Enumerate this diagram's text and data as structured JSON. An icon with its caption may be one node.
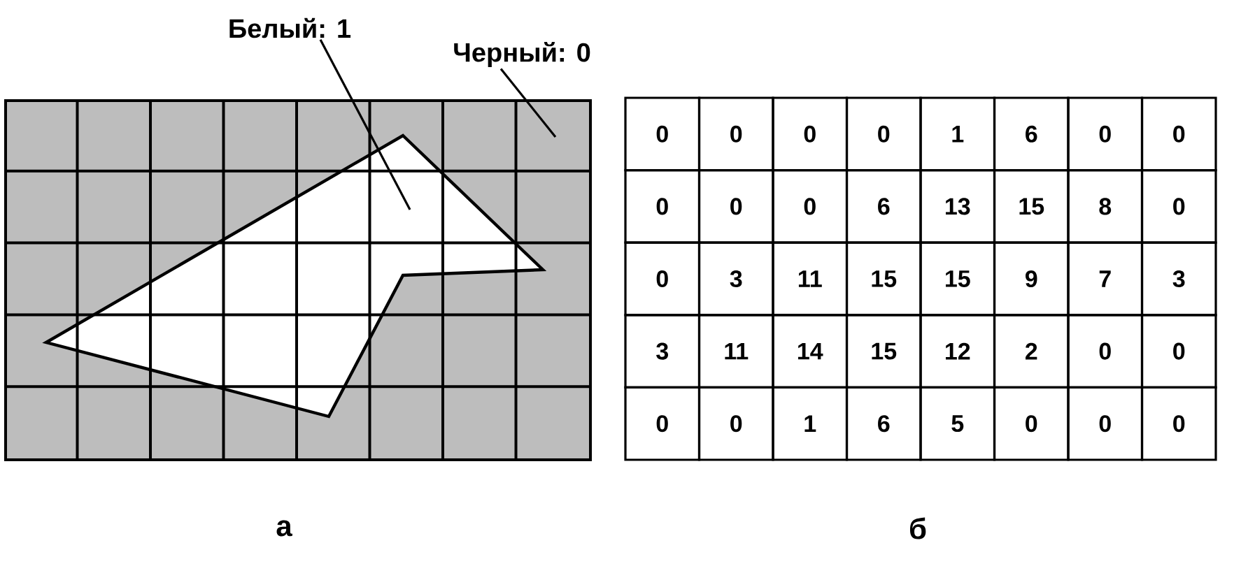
{
  "diagram": {
    "nodes": [
      {
        "text": [
          "Белый: 1"
        ]
      },
      {
        "text": [
          "Черный: 0"
        ]
      },
      {
        "text": [],
        "shape": "grid"
      },
      {
        "text": [],
        "shape": "polygon",
        "in": 2
      }
    ],
    "edges": [
      {
        "from": 0,
        "to": 3,
        "arrow": "none"
      },
      {
        "from": 1,
        "to": 2,
        "arrow": "none"
      }
    ],
    "labels": [
      "0",
      "0",
      "0",
      "0",
      "1",
      "6",
      "0",
      "0",
      "0",
      "0",
      "0",
      "6",
      "13",
      "15",
      "8",
      "0",
      "0",
      "3",
      "11",
      "15",
      "15",
      "9",
      "7",
      "3",
      "3",
      "11",
      "14",
      "15",
      "12",
      "2",
      "0",
      "0",
      "0",
      "0",
      "1",
      "6",
      "5",
      "0",
      "0",
      "0",
      "а",
      "б"
    ]
  }
}
